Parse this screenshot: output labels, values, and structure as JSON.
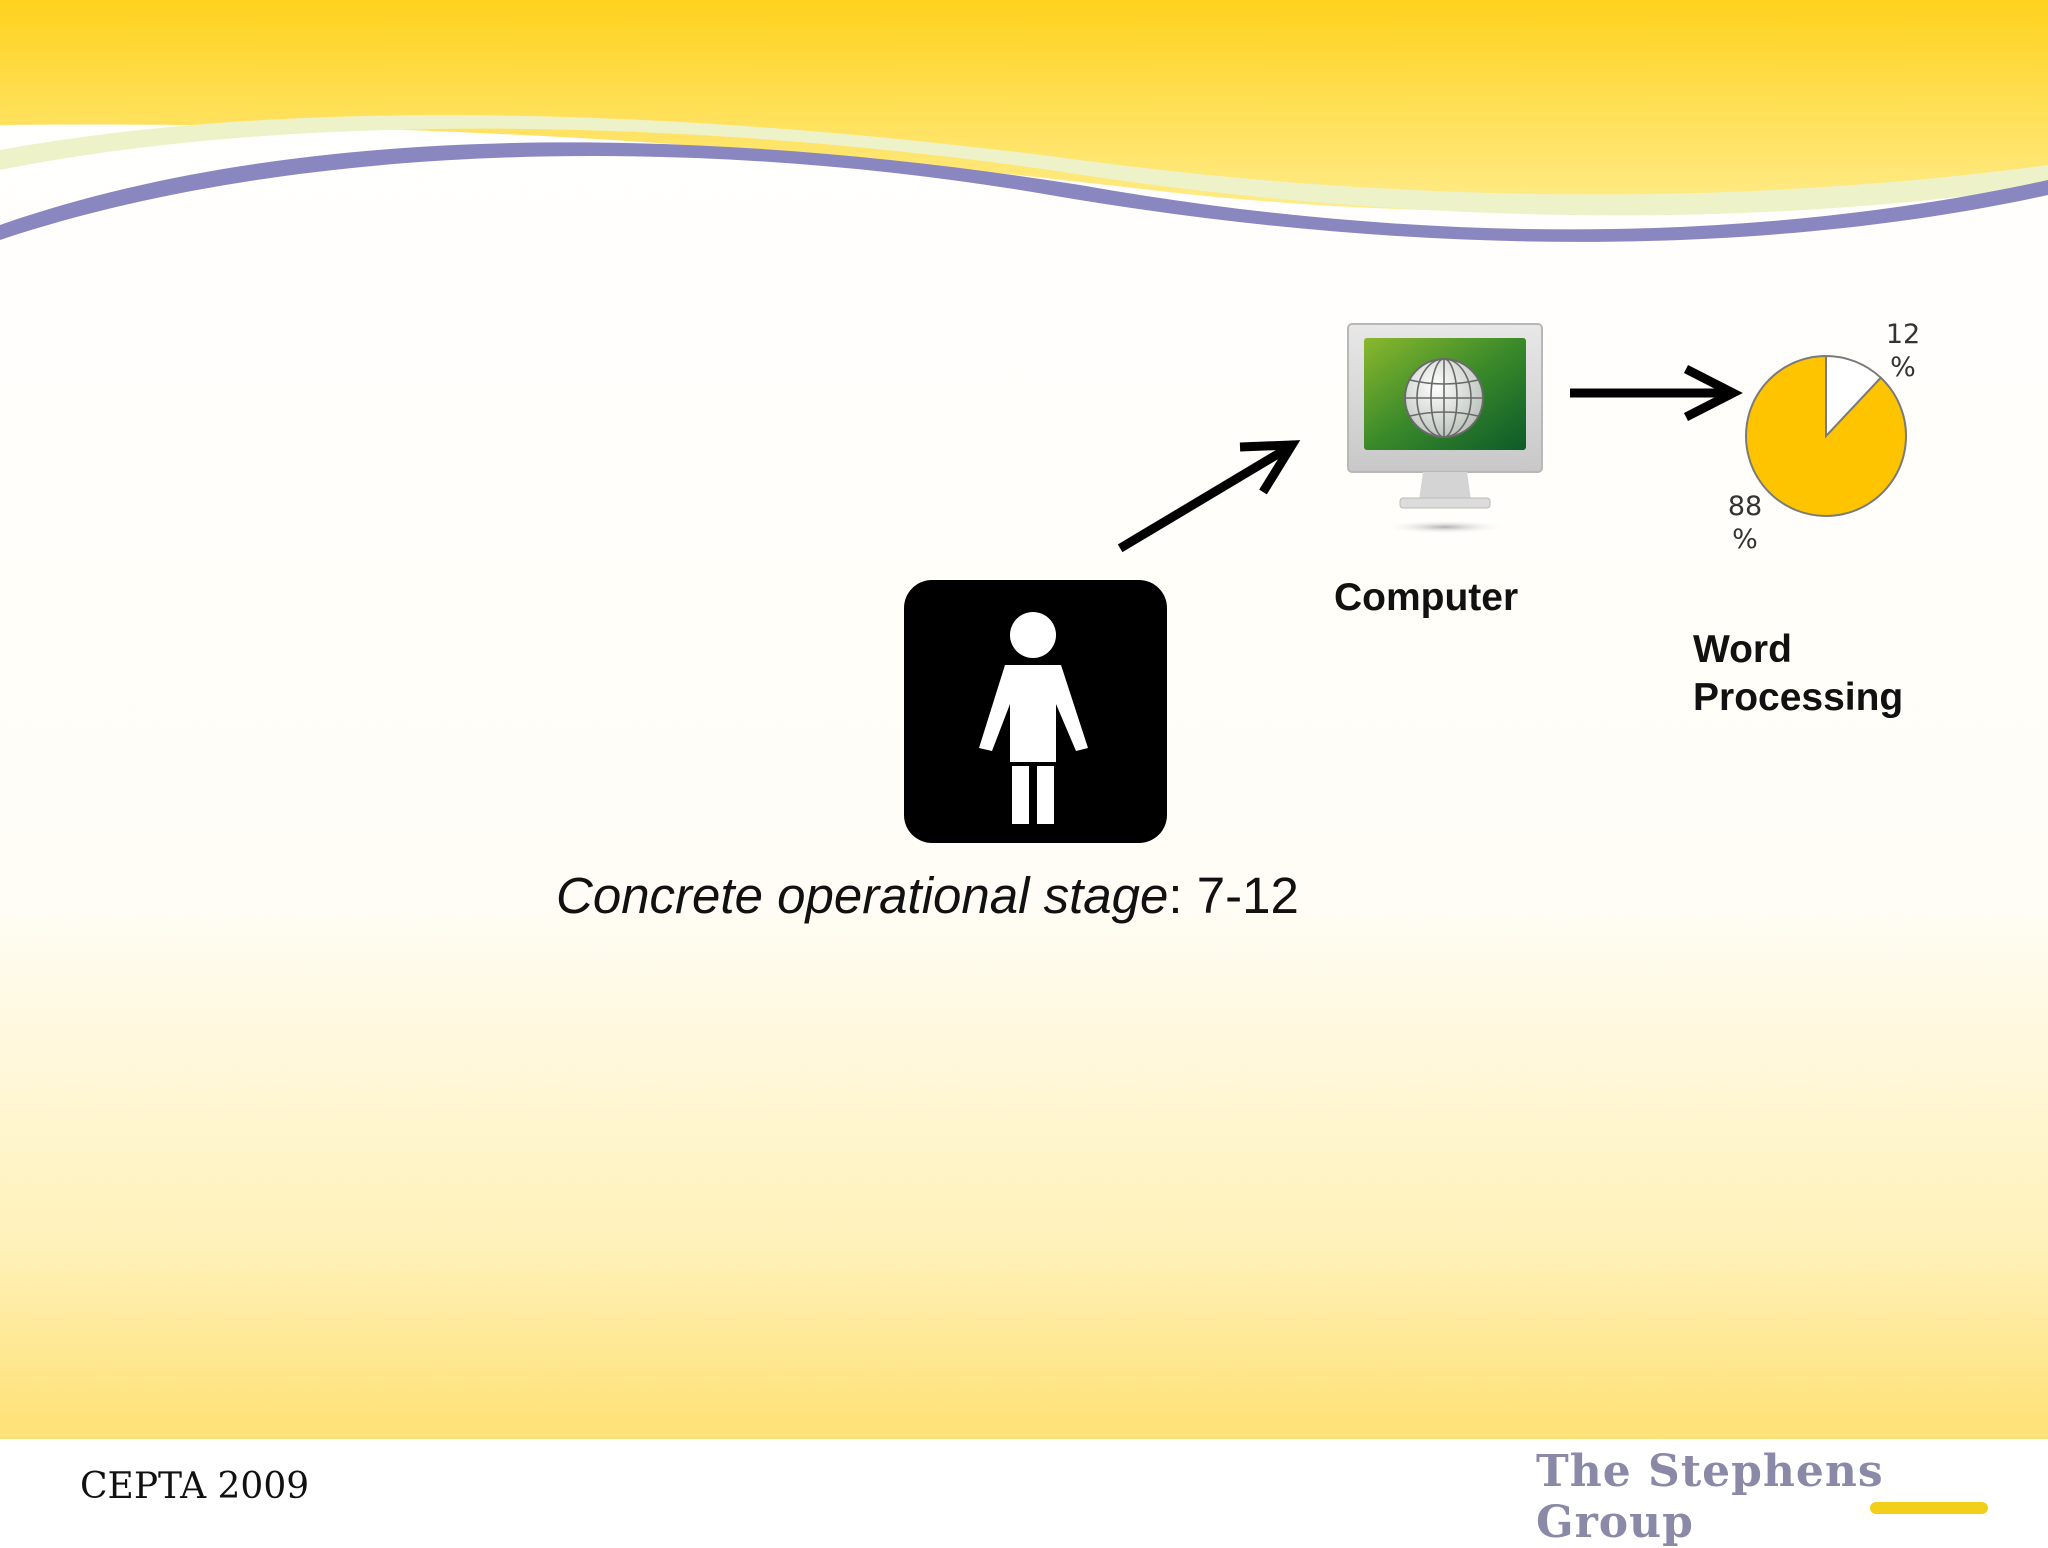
{
  "slide": {
    "stage_italic": "Concrete operational stage",
    "stage_suffix": ": 7-12",
    "computer_label": "Computer",
    "word_processing_label_line1": "Word",
    "word_processing_label_line2": "Processing"
  },
  "pie": {
    "slices": [
      {
        "value": 88,
        "num": "88",
        "unit": "%",
        "color": "#ffc400"
      },
      {
        "value": 12,
        "num": "12",
        "unit": "%",
        "color": "#ffffff"
      }
    ]
  },
  "footer": {
    "left_text": "CEPTA 2009",
    "brand": "The Stephens Group"
  },
  "colors": {
    "header_yellow": "#ffd21e",
    "header_purple": "#8a86c0",
    "pie_yellow": "#ffc400",
    "brand_underline": "#f2cf1a"
  },
  "icons": [
    "person-pictogram-icon",
    "computer-monitor-icon",
    "globe-icon",
    "arrow-icon"
  ]
}
